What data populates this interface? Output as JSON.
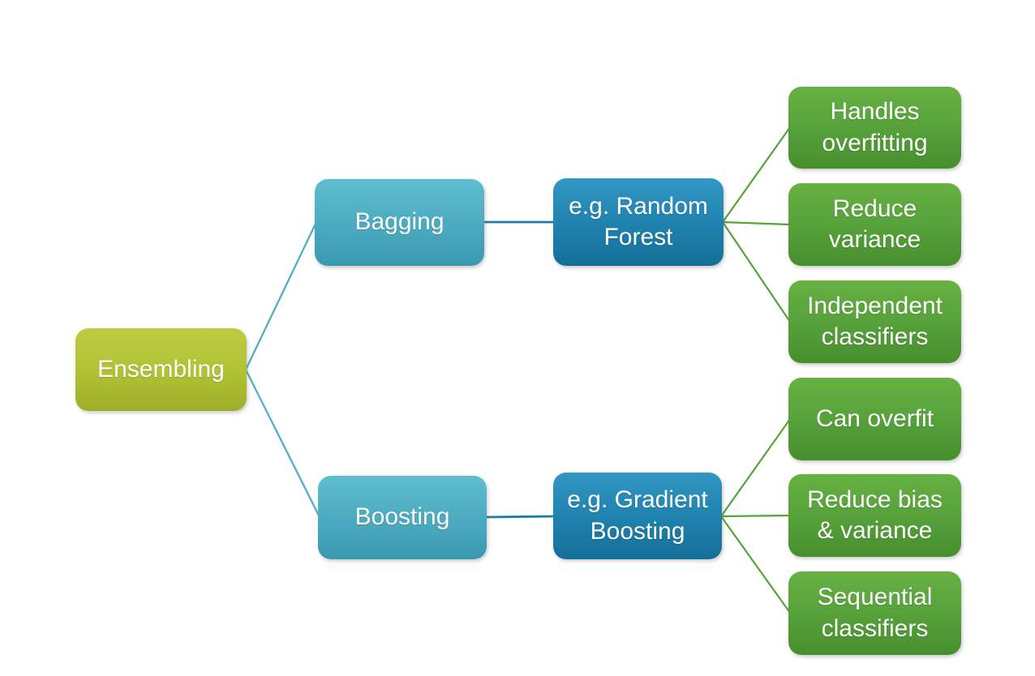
{
  "diagram": {
    "type": "hierarchy",
    "root": {
      "label": "Ensembling",
      "color": "#aebf2f"
    },
    "branches": [
      {
        "label": "Bagging",
        "color": "#4baabf",
        "example": {
          "label": "e.g. Random\nForest",
          "color": "#1f81ad"
        },
        "leaves": [
          {
            "label": "Handles\noverfitting",
            "color": "#55a03a"
          },
          {
            "label": "Reduce\nvariance",
            "color": "#55a03a"
          },
          {
            "label": "Independent\nclassifiers",
            "color": "#55a03a"
          }
        ]
      },
      {
        "label": "Boosting",
        "color": "#4baabf",
        "example": {
          "label": "e.g. Gradient\nBoosting",
          "color": "#1f81ad"
        },
        "leaves": [
          {
            "label": "Can overfit",
            "color": "#55a03a"
          },
          {
            "label": "Reduce bias\n& variance",
            "color": "#55a03a"
          },
          {
            "label": "Sequential\nclassifiers",
            "color": "#55a03a"
          }
        ]
      }
    ],
    "connector_colors": {
      "root_to_branch": "#4aacc5",
      "branch_to_example": "#1d7ca6",
      "example_to_leaf": "#54a437"
    },
    "text_color": "#ffffff",
    "background_color": "#ffffff"
  }
}
